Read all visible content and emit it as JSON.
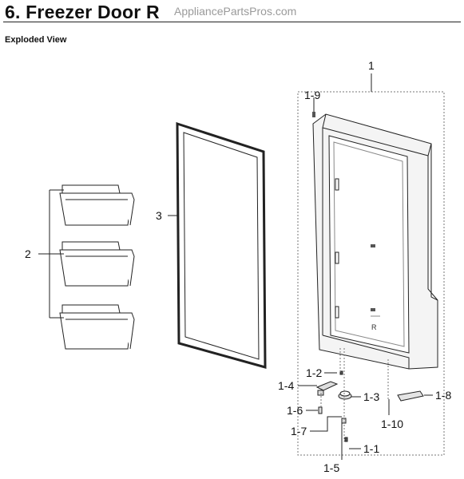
{
  "header": {
    "title": "6.  Freezer Door R",
    "watermark": "ApplianceP​artsPros.com",
    "subtitle": "Exploded View"
  },
  "callouts": {
    "c1": "1",
    "c1_9": "1-9",
    "c2": "2",
    "c3": "3",
    "c1_2": "1-2",
    "c1_3": "1-3",
    "c1_4": "1-4",
    "c1_6": "1-6",
    "c1_7": "1-7",
    "c1_1": "1-1",
    "c1_5": "1-5",
    "c1_8": "1-8",
    "c1_10": "1-10"
  },
  "door_marking": "R"
}
